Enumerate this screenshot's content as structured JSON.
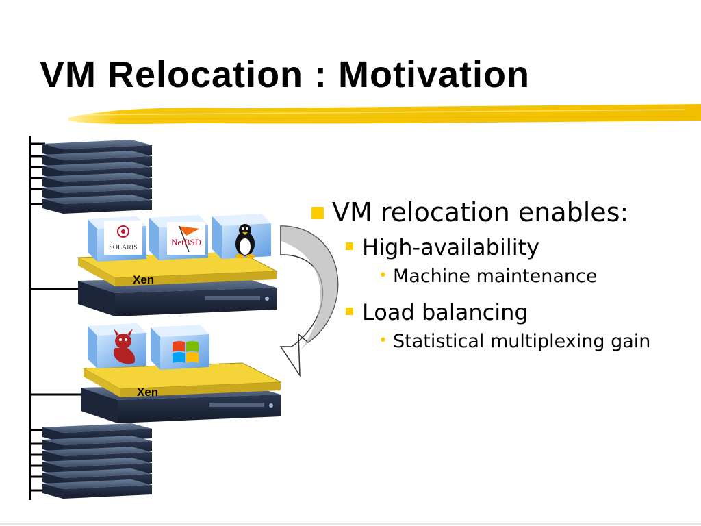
{
  "slide": {
    "title": "VM Relocation : Motivation",
    "accent_color": "#ffcc00"
  },
  "bullets": {
    "main": "VM relocation enables:",
    "items": [
      {
        "text": "High-availability",
        "sub": "Machine maintenance"
      },
      {
        "text": "Load balancing",
        "sub": "Statistical multiplexing gain"
      }
    ]
  },
  "diagram": {
    "host1_label": "Xen",
    "host2_label": "Xen",
    "host1_vms": [
      {
        "label": "SOLARIS",
        "icon": "solaris-logo-icon"
      },
      {
        "label": "NetBSD",
        "icon": "netbsd-logo-icon"
      },
      {
        "label": "",
        "icon": "linux-tux-icon"
      }
    ],
    "host2_vms": [
      {
        "label": "",
        "icon": "freebsd-daemon-icon"
      },
      {
        "label": "",
        "icon": "windows-logo-icon"
      }
    ]
  }
}
